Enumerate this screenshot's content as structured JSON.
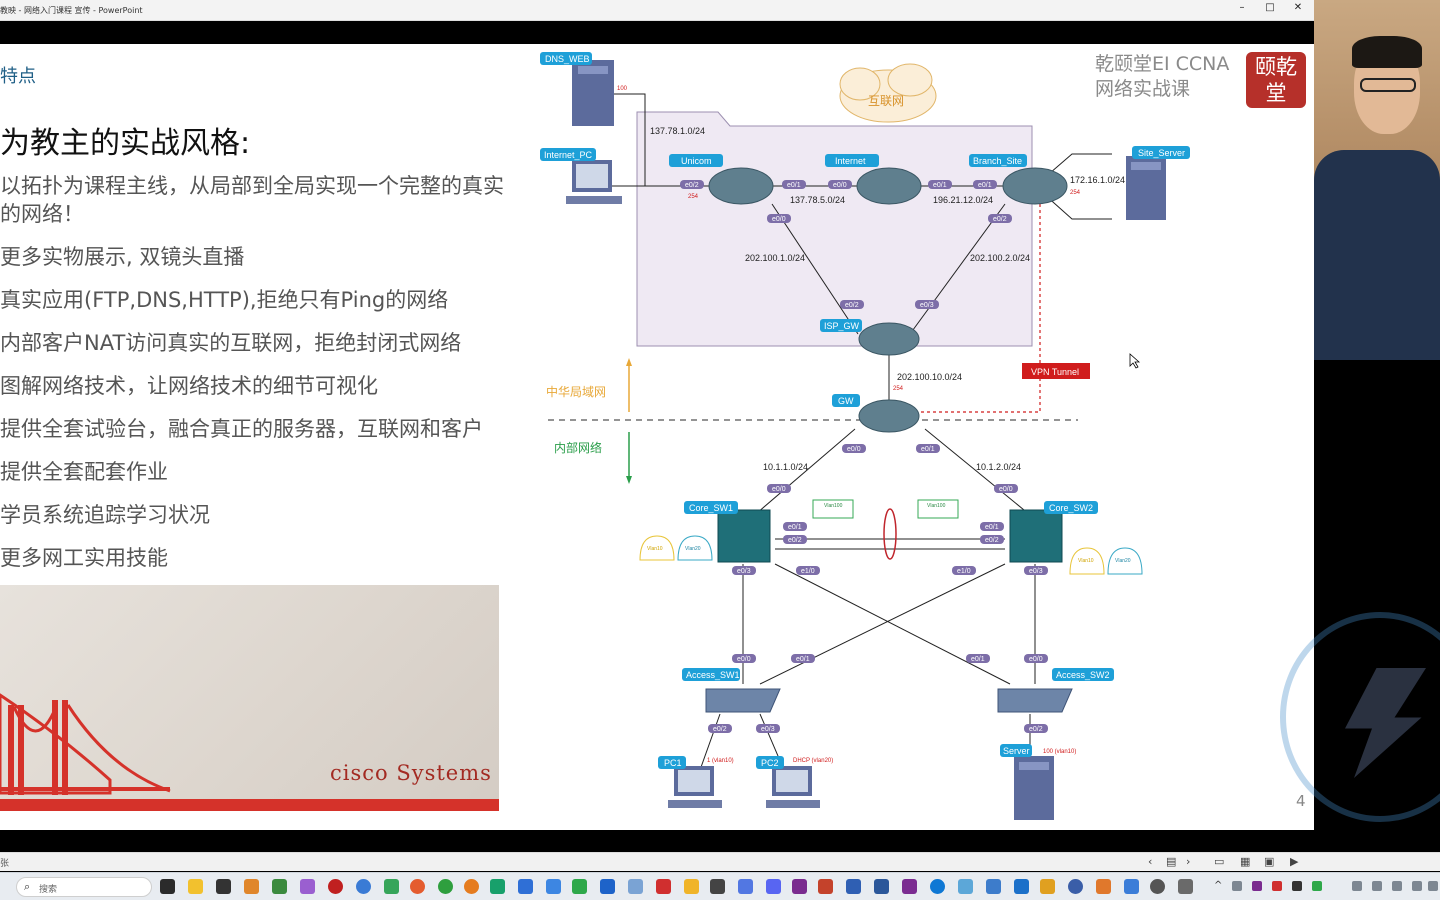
{
  "window": {
    "title": "教映 - 网络入门课程 宣传 - PowerPoint",
    "minimize_icon": "minimize-icon",
    "maximize_icon": "maximize-icon",
    "close_icon": "close-icon"
  },
  "slide": {
    "section_title": "特点",
    "heading": "为教主的实战风格:",
    "bullets": [
      "以拓扑为课程主线，从局部到全局实现一个完整的真实的网络！",
      "更多实物展示, 双镜头直播",
      "真实应用(FTP,DNS,HTTP),拒绝只有Ping的网络",
      "内部客户NAT访问真实的互联网，拒绝封闭式网络",
      "图解网络技术，让网络技术的细节可视化",
      "提供全套试验台，融合真正的服务器，互联网和客户",
      "提供全套配套作业",
      "学员系统追踪学习状况",
      "更多网工实用技能"
    ],
    "photo_caption": "cisco Systems",
    "brand_line1": "乾颐堂EI CCNA",
    "brand_line2": "网络实战课",
    "seal_text": "颐乾堂",
    "page_number": "4"
  },
  "diagram": {
    "nodes": {
      "dns_web": "DNS_WEB",
      "internet_pc": "Internet_PC",
      "unicom": "Unicom",
      "internet": "Internet",
      "branch_site": "Branch_Site",
      "site_server": "Site_Server",
      "cloud": "互联网",
      "isp_gw": "ISP_GW",
      "gw": "GW",
      "core_sw1": "Core_SW1",
      "core_sw2": "Core_SW2",
      "access_sw1": "Access_SW1",
      "access_sw2": "Access_SW2",
      "pc1": "PC1",
      "pc2": "PC2",
      "server": "Server"
    },
    "networks": {
      "n1": "137.78.1.0/24",
      "n2": "137.78.5.0/24",
      "n3": "196.21.12.0/24",
      "n4": "172.16.1.0/24",
      "n5": "202.100.1.0/24",
      "n6": "202.100.2.0/24",
      "n7": "202.100.10.0/24",
      "n8": "10.1.1.0/24",
      "n9": "10.1.2.0/24"
    },
    "labels": {
      "vpn": "VPN Tunnel",
      "zone_wan": "中华局域网",
      "zone_lan": "内部网络",
      "h100": "100",
      "h254": "254",
      "pc1_tag": "1 (vlan10)",
      "pc2_tag": "DHCP (vlan20)",
      "server_tag": "100 (vlan10)",
      "vlan10": "Vlan10",
      "vlan20": "Vlan20",
      "vlan100": "Vlan100"
    },
    "ports": {
      "p_e02": "e0/2",
      "p_e01": "e0/1",
      "p_e00": "e0/0",
      "p_e03": "e0/3",
      "p_e10": "e1/0"
    }
  },
  "statusbar": {
    "left_text": "张"
  },
  "taskbar": {
    "search_placeholder": "搜索"
  },
  "colors": {
    "accent": "#1f5f86",
    "node_label_bg": "#1ea0d8",
    "zone_bg": "#efe9f3",
    "port_badge": "#7d6ea8",
    "vpn_red": "#d01c1c",
    "zone_arrow": "#e8a838"
  }
}
